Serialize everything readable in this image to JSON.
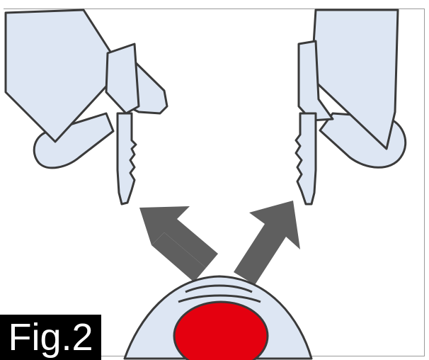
{
  "figure": {
    "label": "Fig.2"
  },
  "colors": {
    "background": "#ffffff",
    "part_fill": "#dde6f3",
    "outline": "#3a3a3a",
    "arrow": "#5f5f5f",
    "button": "#e4000f",
    "label_bg": "#000000",
    "label_text": "#ffffff"
  },
  "elements": {
    "left_key": "key",
    "right_key": "key",
    "arrows": [
      "arrow-up-left",
      "arrow-up-right"
    ],
    "button": "red-release-button"
  }
}
